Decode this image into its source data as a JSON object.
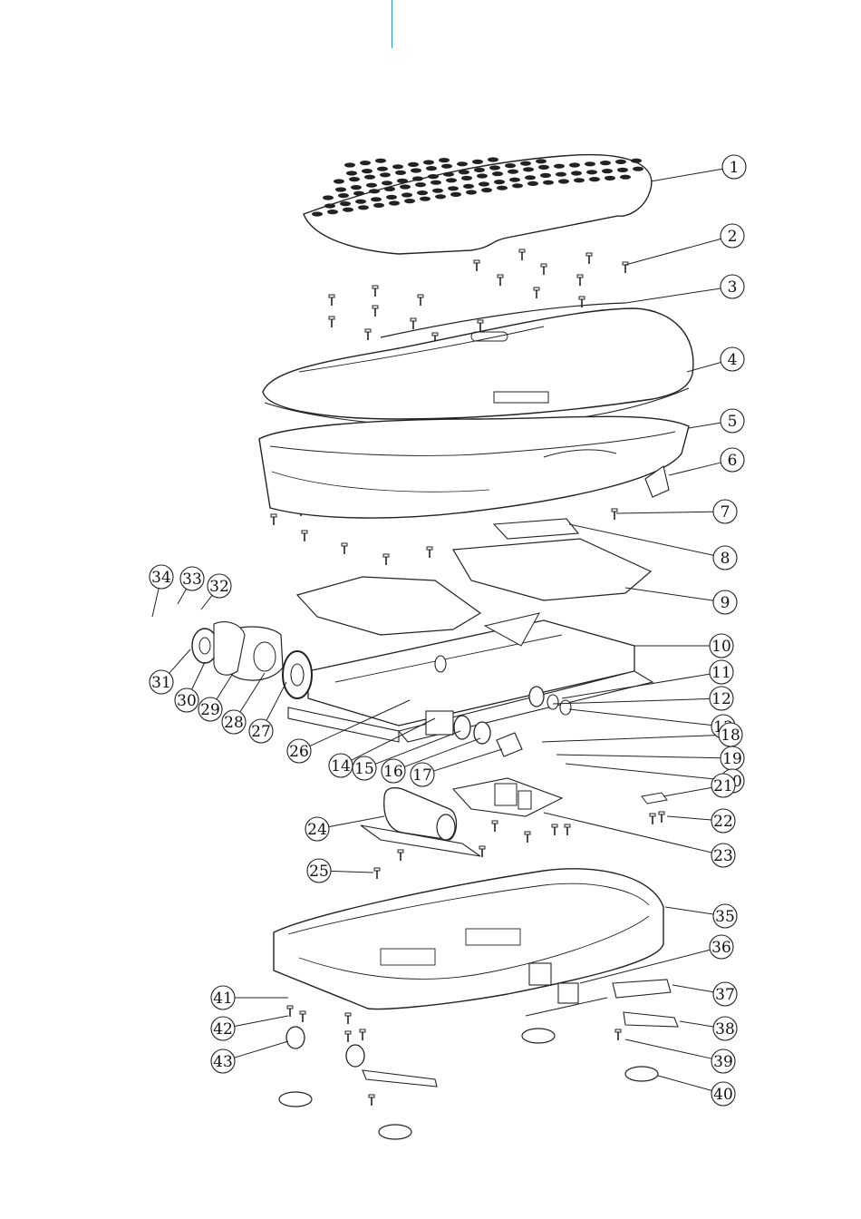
{
  "diagram": {
    "callouts": [
      {
        "n": "1"
      },
      {
        "n": "2"
      },
      {
        "n": "3"
      },
      {
        "n": "4"
      },
      {
        "n": "5"
      },
      {
        "n": "6"
      },
      {
        "n": "7"
      },
      {
        "n": "8"
      },
      {
        "n": "9"
      },
      {
        "n": "10"
      },
      {
        "n": "11"
      },
      {
        "n": "12"
      },
      {
        "n": "13"
      },
      {
        "n": "14"
      },
      {
        "n": "15"
      },
      {
        "n": "16"
      },
      {
        "n": "17"
      },
      {
        "n": "18"
      },
      {
        "n": "19"
      },
      {
        "n": "20"
      },
      {
        "n": "21"
      },
      {
        "n": "22"
      },
      {
        "n": "23"
      },
      {
        "n": "24"
      },
      {
        "n": "25"
      },
      {
        "n": "26"
      },
      {
        "n": "27"
      },
      {
        "n": "28"
      },
      {
        "n": "29"
      },
      {
        "n": "30"
      },
      {
        "n": "31"
      },
      {
        "n": "32"
      },
      {
        "n": "33"
      },
      {
        "n": "34"
      },
      {
        "n": "35"
      },
      {
        "n": "36"
      },
      {
        "n": "37"
      },
      {
        "n": "38"
      },
      {
        "n": "39"
      },
      {
        "n": "40"
      },
      {
        "n": "41"
      },
      {
        "n": "42"
      },
      {
        "n": "43"
      }
    ]
  },
  "colors": {
    "line": "#222222",
    "accent_rule": "#2f8fb0",
    "background": "#ffffff"
  }
}
